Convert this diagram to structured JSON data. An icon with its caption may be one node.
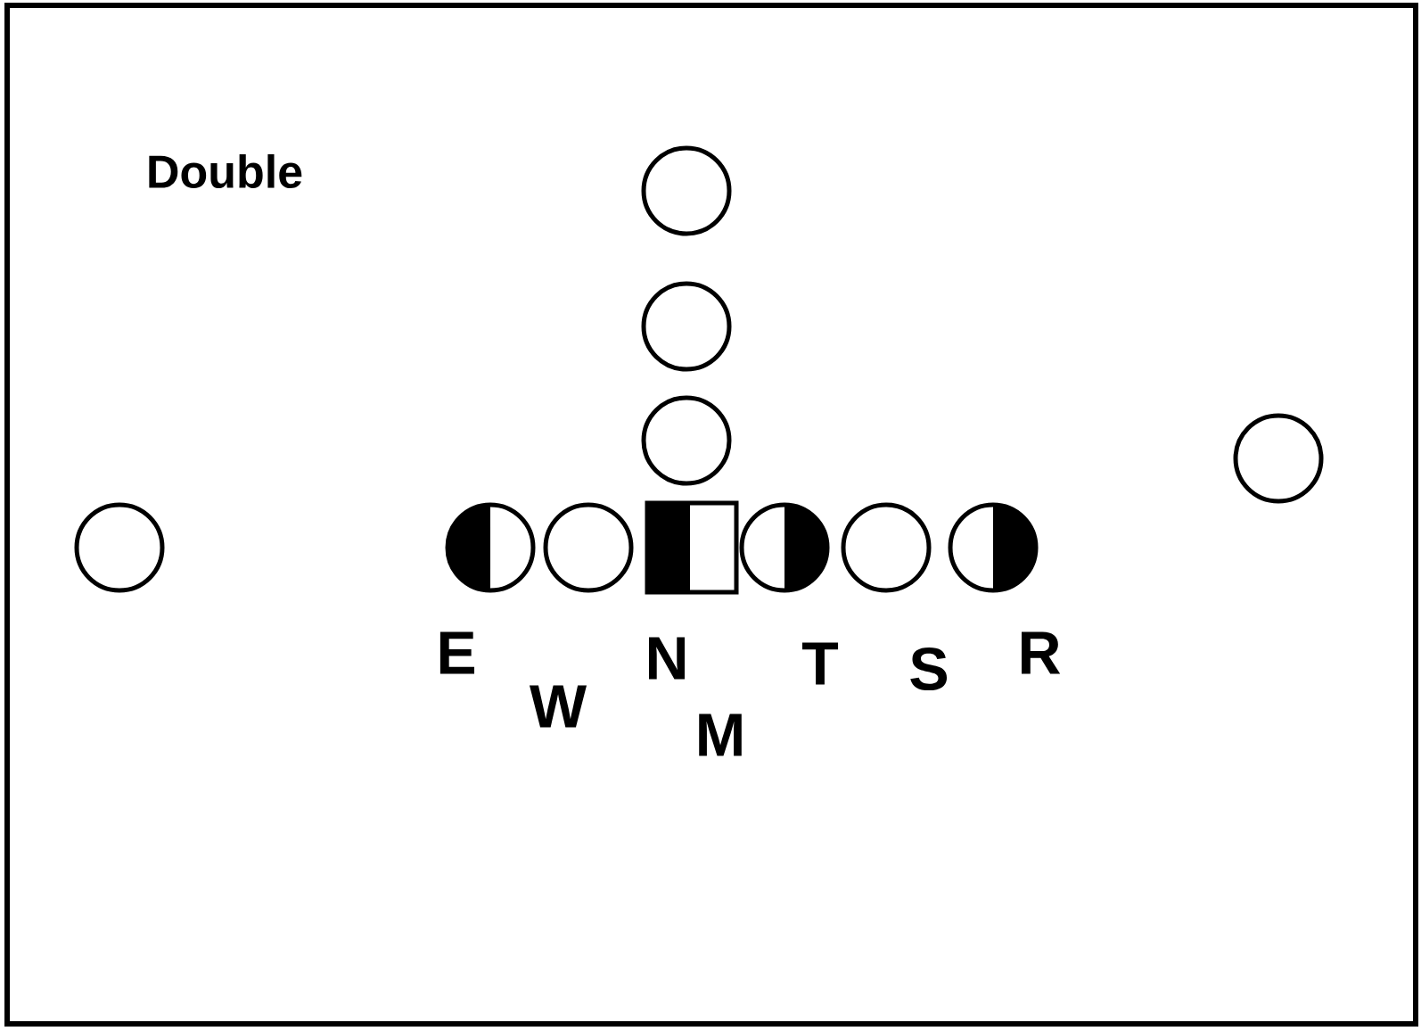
{
  "diagram": {
    "title": "Double",
    "nodes": [
      {
        "text": [],
        "shape": "circle"
      },
      {
        "text": [],
        "shape": "circle"
      },
      {
        "text": [],
        "shape": "circle"
      },
      {
        "text": [],
        "shape": "circle"
      },
      {
        "text": [],
        "shape": "circle"
      },
      {
        "text": [],
        "shape": "circle"
      },
      {
        "text": [],
        "shape": "circle"
      },
      {
        "text": [],
        "shape": "box"
      },
      {
        "text": [],
        "shape": "circle"
      },
      {
        "text": [],
        "shape": "circle"
      },
      {
        "text": [],
        "shape": "circle"
      }
    ],
    "labels": [
      "E",
      "W",
      "N",
      "M",
      "T",
      "S",
      "R"
    ]
  }
}
